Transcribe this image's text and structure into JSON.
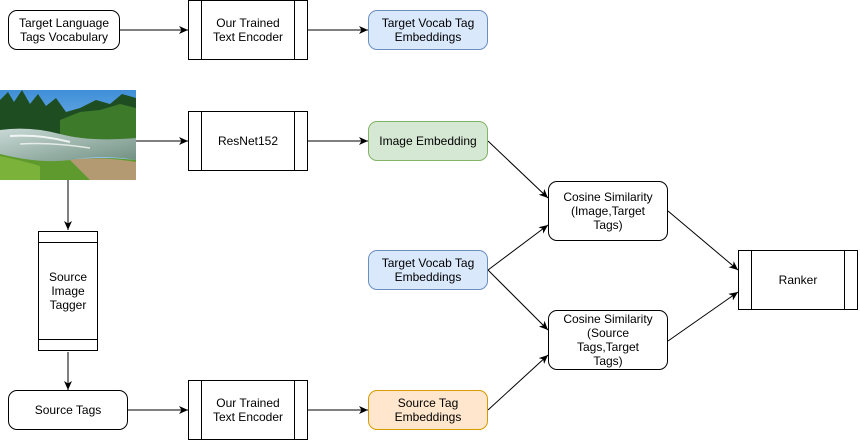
{
  "nodes": {
    "target_lang_vocab": "Target Language\nTags Vocabulary",
    "encoder_top": "Our Trained\nText Encoder",
    "target_vocab_emb_top": "Target Vocab Tag\nEmbeddings",
    "resnet": "ResNet152",
    "image_emb": "Image Embedding",
    "cosine_image": "Cosine Similarity\n(Image,Target Tags)",
    "source_tagger": "Source\nImage\nTagger",
    "target_vocab_emb_mid": "Target Vocab Tag\nEmbeddings",
    "ranker": "Ranker",
    "cosine_source": "Cosine Similarity\n(Source Tags,Target\nTags)",
    "source_tags": "Source Tags",
    "encoder_bottom": "Our Trained\nText Encoder",
    "source_tag_emb": "Source Tag\nEmbeddings"
  },
  "colors": {
    "blue_fill": "#dae8fc",
    "blue_stroke": "#6c8ebf",
    "green_fill": "#d5e8d4",
    "green_stroke": "#82b366",
    "orange_fill": "#ffe6cc",
    "orange_stroke": "#d79b00"
  },
  "image": {
    "icon": "river-landscape-photo"
  }
}
